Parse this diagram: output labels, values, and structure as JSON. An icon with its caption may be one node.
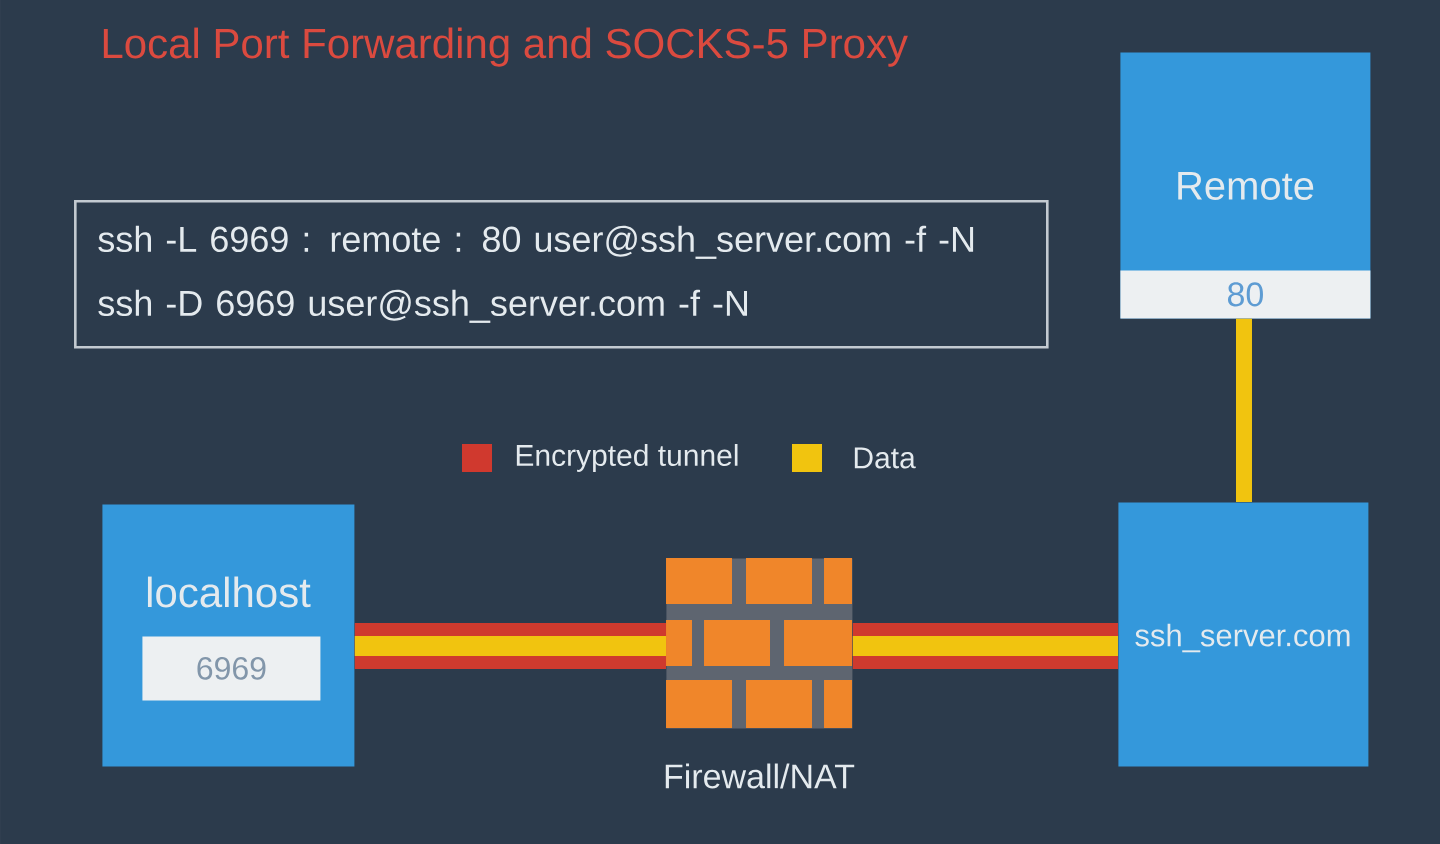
{
  "diagram": {
    "title": "Local Port Forwarding and SOCKS-5 Proxy",
    "nodes": [
      {
        "text": [
          "Remote"
        ]
      },
      {
        "text": [
          "80"
        ],
        "in": 0
      },
      {
        "text": [
          "ssh -L 6969 : remote : 80 user@ssh_server.com -f -N",
          "ssh -D 6969 user@ssh_server.com -f -N"
        ]
      },
      {
        "text": [
          "localhost"
        ]
      },
      {
        "text": [
          "6969"
        ],
        "in": 3
      },
      {
        "text": [],
        "shape": "picture",
        "beside": [
          "Firewall/NAT"
        ]
      },
      {
        "text": [
          "ssh_server.com"
        ]
      }
    ],
    "edges": [
      {
        "from": 1,
        "to": 6,
        "arrow": "none",
        "color": "#f1c40f"
      },
      {
        "from": 3,
        "to": 5,
        "arrow": "none"
      },
      {
        "from": 5,
        "to": 6,
        "arrow": "none"
      }
    ],
    "legend": [
      {
        "text": "Encrypted tunnel",
        "color": "#d0392e"
      },
      {
        "text": "Data",
        "color": "#f1c40f"
      }
    ]
  }
}
